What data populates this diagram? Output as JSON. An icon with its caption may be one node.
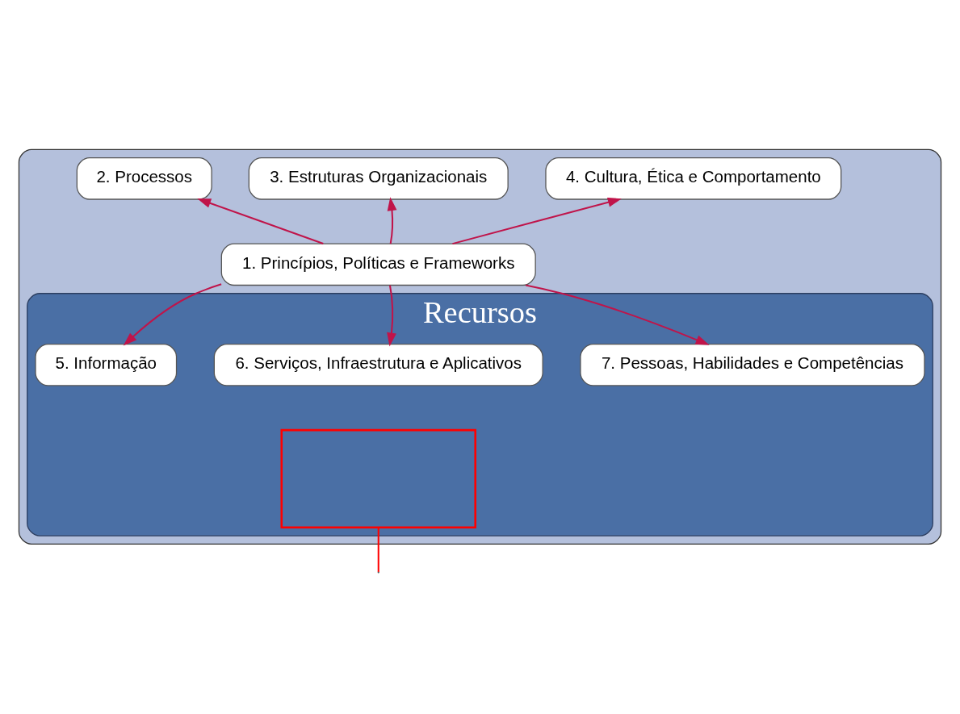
{
  "diagram": {
    "nodes": [
      {
        "text": [],
        "shape": "box"
      },
      {
        "text": [
          "2. Processos"
        ],
        "in": 0
      },
      {
        "text": [
          "3. Estruturas Organizacionais"
        ],
        "in": 0
      },
      {
        "text": [
          "4. Cultura, Ética e Comportamento"
        ],
        "in": 0
      },
      {
        "text": [
          "1. Princípios, Políticas e Frameworks"
        ],
        "in": 0
      },
      {
        "text": [
          "Recursos"
        ],
        "in": 0
      },
      {
        "text": [
          "5. Informação"
        ],
        "in": 5
      },
      {
        "text": [
          "6. Serviços, Infraestrutura e Aplicativos"
        ],
        "in": 5
      },
      {
        "text": [
          "7. Pessoas, Habilidades e Competências"
        ],
        "in": 5
      },
      {
        "text": [],
        "shape": "box",
        "in": 5
      }
    ],
    "edges": [
      {
        "from": 4,
        "to": 1,
        "arrow": "to"
      },
      {
        "from": 4,
        "to": 2,
        "arrow": "to"
      },
      {
        "from": 4,
        "to": 3,
        "arrow": "to"
      },
      {
        "from": 4,
        "to": 6,
        "arrow": "to"
      },
      {
        "from": 4,
        "to": 7,
        "arrow": "to"
      },
      {
        "from": 4,
        "to": 8,
        "arrow": "to"
      },
      {
        "from": 9,
        "to": null,
        "arrow": "none",
        "color": "#ff0000"
      }
    ]
  }
}
